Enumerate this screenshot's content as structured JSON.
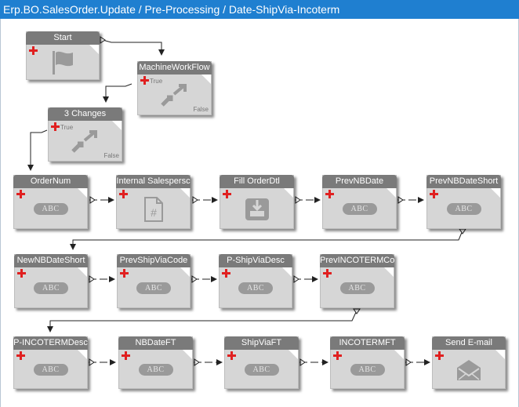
{
  "window": {
    "title": "Erp.BO.SalesOrder.Update / Pre-Processing / Date-ShipVia-Incoterm"
  },
  "nodes": {
    "start": {
      "label": "Start",
      "icon": "flag-icon"
    },
    "machine_workflow": {
      "label": "MachineWorkFlow",
      "icon": "condition-arrows-icon",
      "true_label": "True",
      "false_label": "False"
    },
    "three_changes": {
      "label": "3 Changes",
      "icon": "condition-arrows-icon",
      "true_label": "True",
      "false_label": "False"
    },
    "order_num": {
      "label": "OrderNum",
      "icon_text": "ABC"
    },
    "internal_salesperson": {
      "label": "Internal Salespersc",
      "icon": "document-hash-icon"
    },
    "fill_orderdtl": {
      "label": "Fill OrderDtl",
      "icon": "fill-table-icon"
    },
    "prev_nb_date": {
      "label": "PrevNBDate",
      "icon_text": "ABC"
    },
    "prev_nb_date_short": {
      "label": "PrevNBDateShort",
      "icon_text": "ABC"
    },
    "new_nb_date_short": {
      "label": "NewNBDateShort",
      "icon_text": "ABC"
    },
    "prev_shipvia_code": {
      "label": "PrevShipViaCode",
      "icon_text": "ABC"
    },
    "p_shipvia_desc": {
      "label": "P-ShipViaDesc",
      "icon_text": "ABC"
    },
    "prev_incoterm_code": {
      "label": "PrevINCOTERMCoc",
      "icon_text": "ABC"
    },
    "p_incoterm_desc": {
      "label": "P-INCOTERMDesc",
      "icon_text": "ABC"
    },
    "nb_date_ft": {
      "label": "NBDateFT",
      "icon_text": "ABC"
    },
    "shipvia_ft": {
      "label": "ShipViaFT",
      "icon_text": "ABC"
    },
    "incoterm_ft": {
      "label": "INCOTERMFT",
      "icon_text": "ABC"
    },
    "send_email": {
      "label": "Send E-mail",
      "icon": "envelope-icon"
    }
  },
  "colors": {
    "title_bar": "#1f7fd0",
    "node_header": "#7a7a7a",
    "node_body": "#d6d6d6",
    "add_icon": "#e02020",
    "connector": "#222222"
  }
}
